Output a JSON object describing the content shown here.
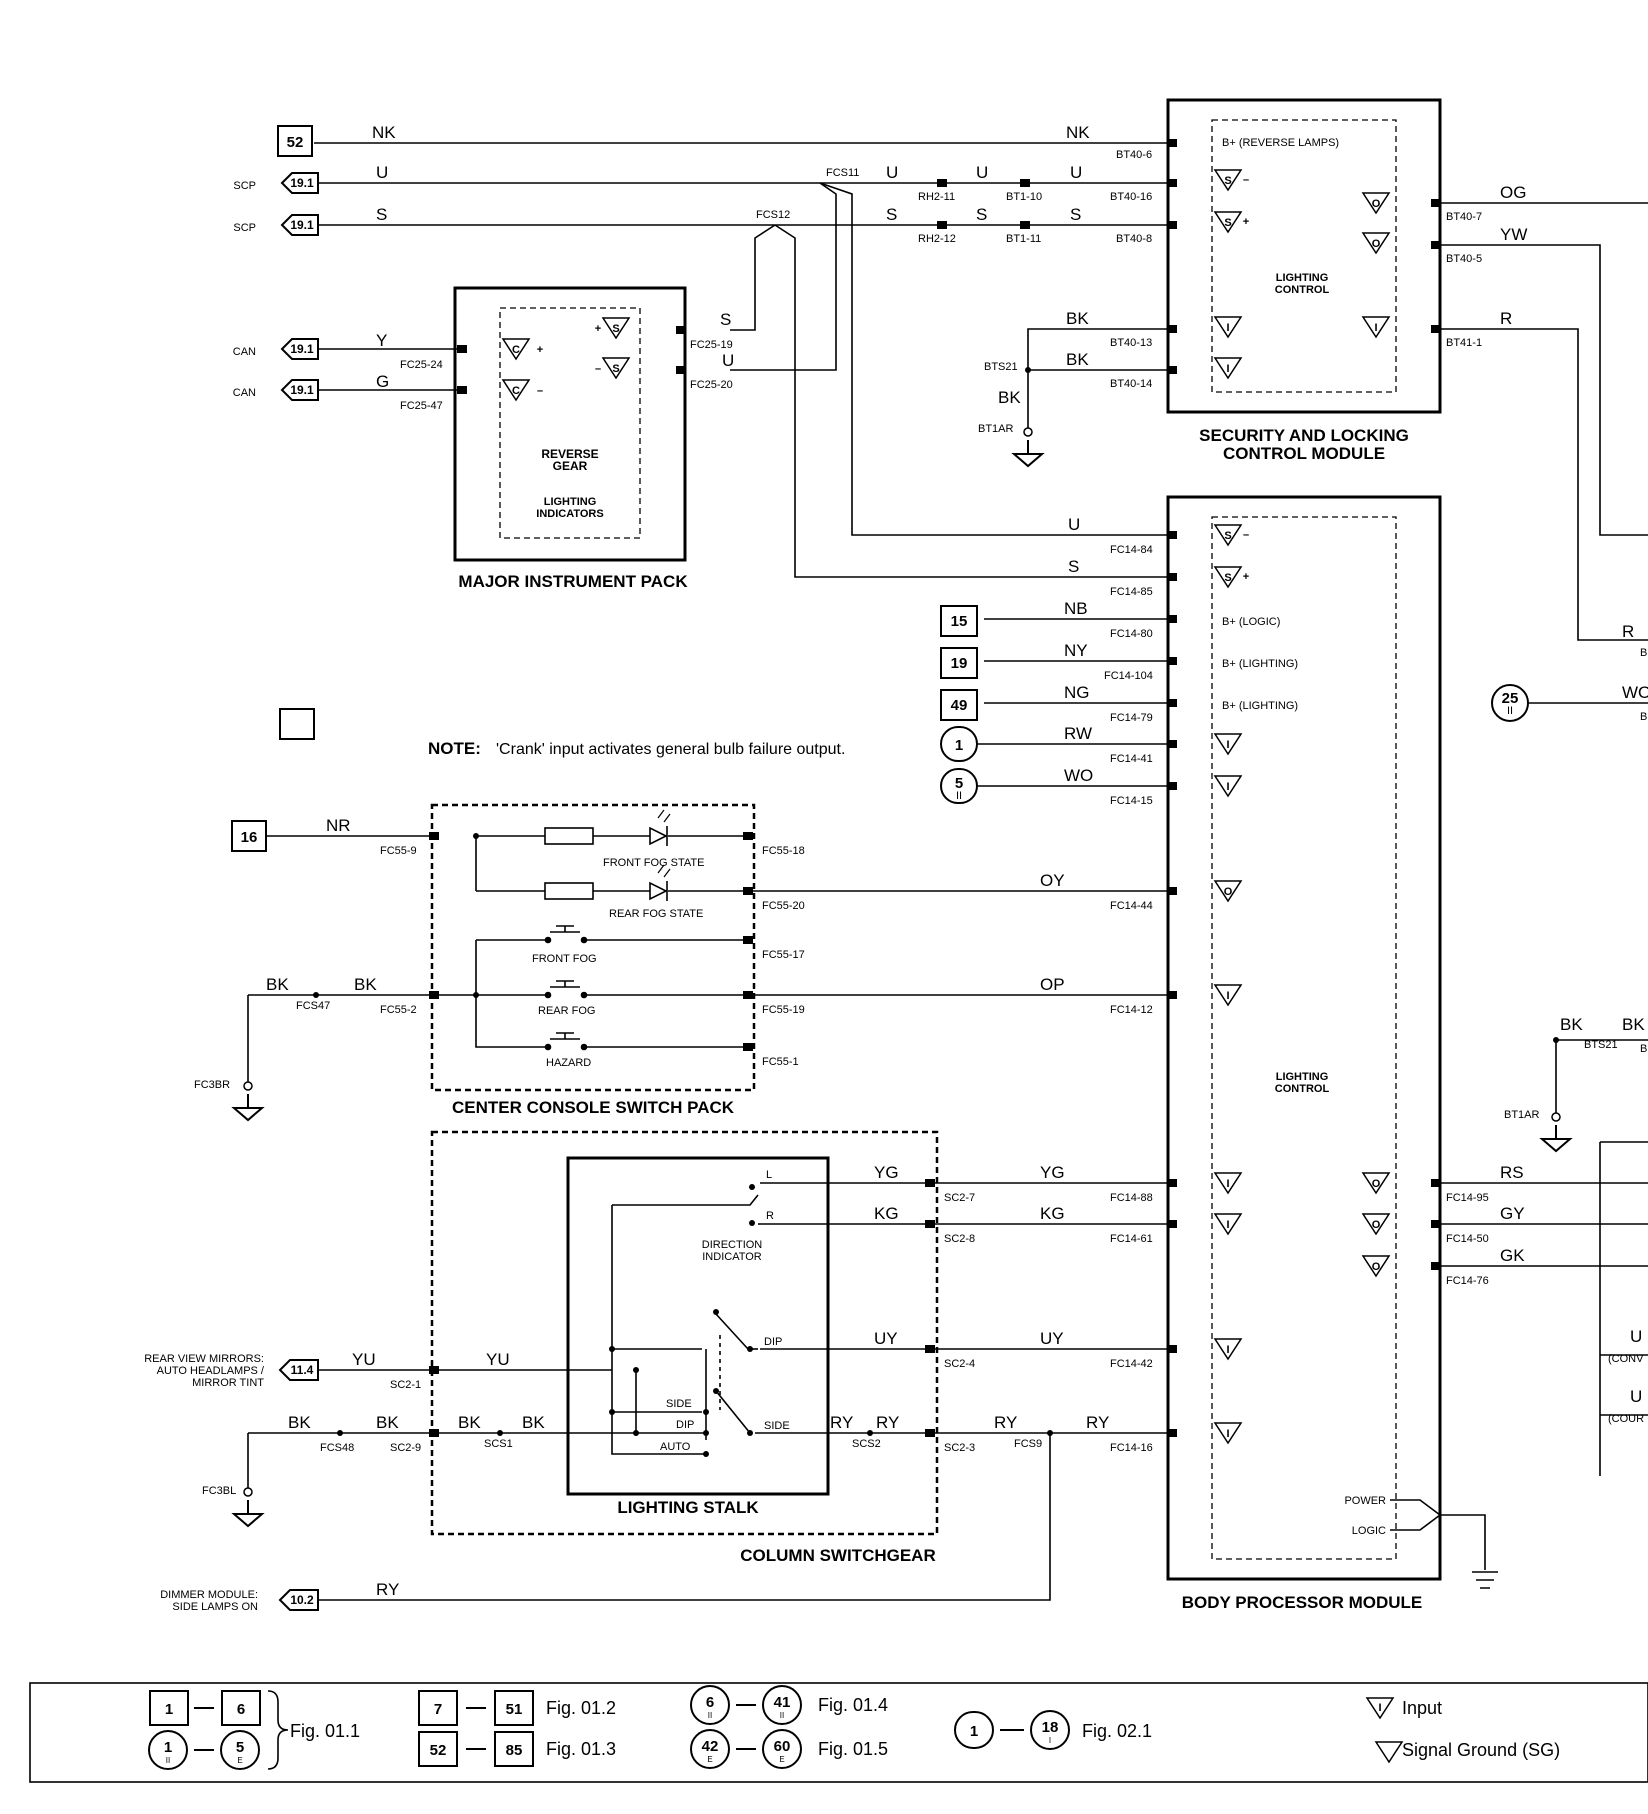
{
  "wires": {
    "nk1": "NK",
    "nk2": "NK",
    "u_scp": "U",
    "u_a": "U",
    "u_b": "U",
    "u_c": "U",
    "u_mip": "U",
    "s_scp": "S",
    "s_a": "S",
    "s_b": "S",
    "s_c": "S",
    "s_mip": "S",
    "y": "Y",
    "g": "G",
    "og": "OG",
    "yw": "YW",
    "r": "R",
    "bk1": "BK",
    "bk2": "BK",
    "bk3": "BK",
    "u_bpm": "U",
    "s_bpm": "S",
    "nb": "NB",
    "ny": "NY",
    "ng": "NG",
    "rw": "RW",
    "wo": "WO",
    "nr": "NR",
    "oy": "OY",
    "op": "OP",
    "bk_l1": "BK",
    "bk_l2": "BK",
    "yg1": "YG",
    "yg2": "YG",
    "kg1": "KG",
    "kg2": "KG",
    "uy1": "UY",
    "uy2": "UY",
    "yu1": "YU",
    "yu2": "YU",
    "bk_s1": "BK",
    "bk_s2": "BK",
    "bk_s3": "BK",
    "bk_s4": "BK",
    "ry1": "RY",
    "ry2": "RY",
    "ry3": "RY",
    "ry4": "RY",
    "ry5": "RY",
    "rs": "RS",
    "gy": "GY",
    "gk": "GK",
    "r_r": "R",
    "wo_r": "WO",
    "bk_r1": "BK",
    "bk_r2": "BK",
    "u_r1": "U",
    "u_r2": "U"
  },
  "connectors": {
    "bt40_6": "BT40-6",
    "bt40_16": "BT40-16",
    "bt40_8": "BT40-8",
    "bt40_7": "BT40-7",
    "bt40_5": "BT40-5",
    "bt40_13": "BT40-13",
    "bt40_14": "BT40-14",
    "bt41_1": "BT41-1",
    "bts21": "BTS21",
    "bt1ar": "BT1AR",
    "rh2_11": "RH2-11",
    "rh2_12": "RH2-12",
    "bt1_10": "BT1-10",
    "bt1_11": "BT1-11",
    "fcs11": "FCS11",
    "fcs12": "FCS12",
    "fc25_19": "FC25-19",
    "fc25_20": "FC25-20",
    "fc25_24": "FC25-24",
    "fc25_47": "FC25-47",
    "fc14_84": "FC14-84",
    "fc14_85": "FC14-85",
    "fc14_80": "FC14-80",
    "fc14_104": "FC14-104",
    "fc14_79": "FC14-79",
    "fc14_41": "FC14-41",
    "fc14_15": "FC14-15",
    "fc14_44": "FC14-44",
    "fc14_12": "FC14-12",
    "fc14_88": "FC14-88",
    "fc14_61": "FC14-61",
    "fc14_42": "FC14-42",
    "fc14_16": "FC14-16",
    "fc14_95": "FC14-95",
    "fc14_50": "FC14-50",
    "fc14_76": "FC14-76",
    "fc55_9": "FC55-9",
    "fc55_18": "FC55-18",
    "fc55_20": "FC55-20",
    "fc55_17": "FC55-17",
    "fc55_2": "FC55-2",
    "fc55_19": "FC55-19",
    "fc55_1": "FC55-1",
    "fcs47": "FCS47",
    "fc3br": "FC3BR",
    "sc2_7": "SC2-7",
    "sc2_8": "SC2-8",
    "sc2_4": "SC2-4",
    "sc2_1": "SC2-1",
    "sc2_9": "SC2-9",
    "sc2_3": "SC2-3",
    "fcs48": "FCS48",
    "scs1": "SCS1",
    "scs2": "SCS2",
    "fcs9": "FCS9",
    "fc3bl": "FC3BL",
    "r_b1": "B",
    "r_b2": "B",
    "r_bts21": "BTS21",
    "r_b3": "B",
    "r_bt1ar": "BT1AR"
  },
  "refs": {
    "r52": "52",
    "r19a": "19.1",
    "r19b": "19.1",
    "r19c": "19.1",
    "r19d": "19.1",
    "r15": "15",
    "r19": "19",
    "r49": "49",
    "r1": "1",
    "r5": "5",
    "r5sub": "II",
    "r16": "16",
    "r11": "11.4",
    "r10": "10.2",
    "r25": "25",
    "r25sub": "II"
  },
  "side_labels": {
    "scp1": "SCP",
    "scp2": "SCP",
    "can1": "CAN",
    "can2": "CAN",
    "mirrors1": "REAR VIEW MIRRORS:",
    "mirrors2": "AUTO HEADLAMPS /",
    "mirrors3": "MIRROR TINT",
    "dimmer1": "DIMMER MODULE:",
    "dimmer2": "SIDE LAMPS ON"
  },
  "internal": {
    "rev_lamps": "B+ (REVERSE LAMPS)",
    "lc1a": "LIGHTING",
    "lc1b": "CONTROL",
    "rg1": "REVERSE",
    "rg2": "GEAR",
    "li1": "LIGHTING",
    "li2": "INDICATORS",
    "logic": "B+ (LOGIC)",
    "lighting1": "B+ (LIGHTING)",
    "lighting2": "B+ (LIGHTING)",
    "lc2a": "LIGHTING",
    "lc2b": "CONTROL",
    "power": "POWER",
    "logic2": "LOGIC",
    "front_fog_state": "FRONT FOG STATE",
    "rear_fog_state": "REAR FOG STATE",
    "front_fog": "FRONT FOG",
    "rear_fog": "REAR FOG",
    "hazard": "HAZARD",
    "l": "L",
    "r": "R",
    "di1": "DIRECTION",
    "di2": "INDICATOR",
    "dip": "DIP",
    "side": "SIDE",
    "side2": "SIDE",
    "dip2": "DIP",
    "auto": "AUTO",
    "conv": "(CONV",
    "cour": "(COUR"
  },
  "titles": {
    "slcm1": "SECURITY AND LOCKING",
    "slcm2": "CONTROL MODULE",
    "mip": "MAJOR INSTRUMENT PACK",
    "ccsp": "CENTER CONSOLE SWITCH PACK",
    "stalk": "LIGHTING STALK",
    "csg": "COLUMN SWITCHGEAR",
    "bpm": "BODY PROCESSOR MODULE"
  },
  "note": {
    "label": "NOTE:",
    "text": "'Crank' input activates general bulb failure output."
  },
  "legend": {
    "a1": "1",
    "a2": "6",
    "a3": "1",
    "a3sub": "II",
    "a4": "5",
    "a4sub": "E",
    "afig": "Fig. 01.1",
    "b1": "7",
    "b2": "51",
    "bfig": "Fig. 01.2",
    "c1": "52",
    "c2": "85",
    "cfig": "Fig. 01.3",
    "d1": "6",
    "d1sub": "II",
    "d2": "41",
    "d2sub": "II",
    "dfig": "Fig. 01.4",
    "e1": "42",
    "e1sub": "E",
    "e2": "60",
    "e2sub": "E",
    "efig": "Fig. 01.5",
    "f1": "1",
    "f2": "18",
    "f2sub": "I",
    "ffig": "Fig. 02.1",
    "input_sym": "I",
    "input": "Input",
    "sg": "Signal Ground (SG)"
  }
}
